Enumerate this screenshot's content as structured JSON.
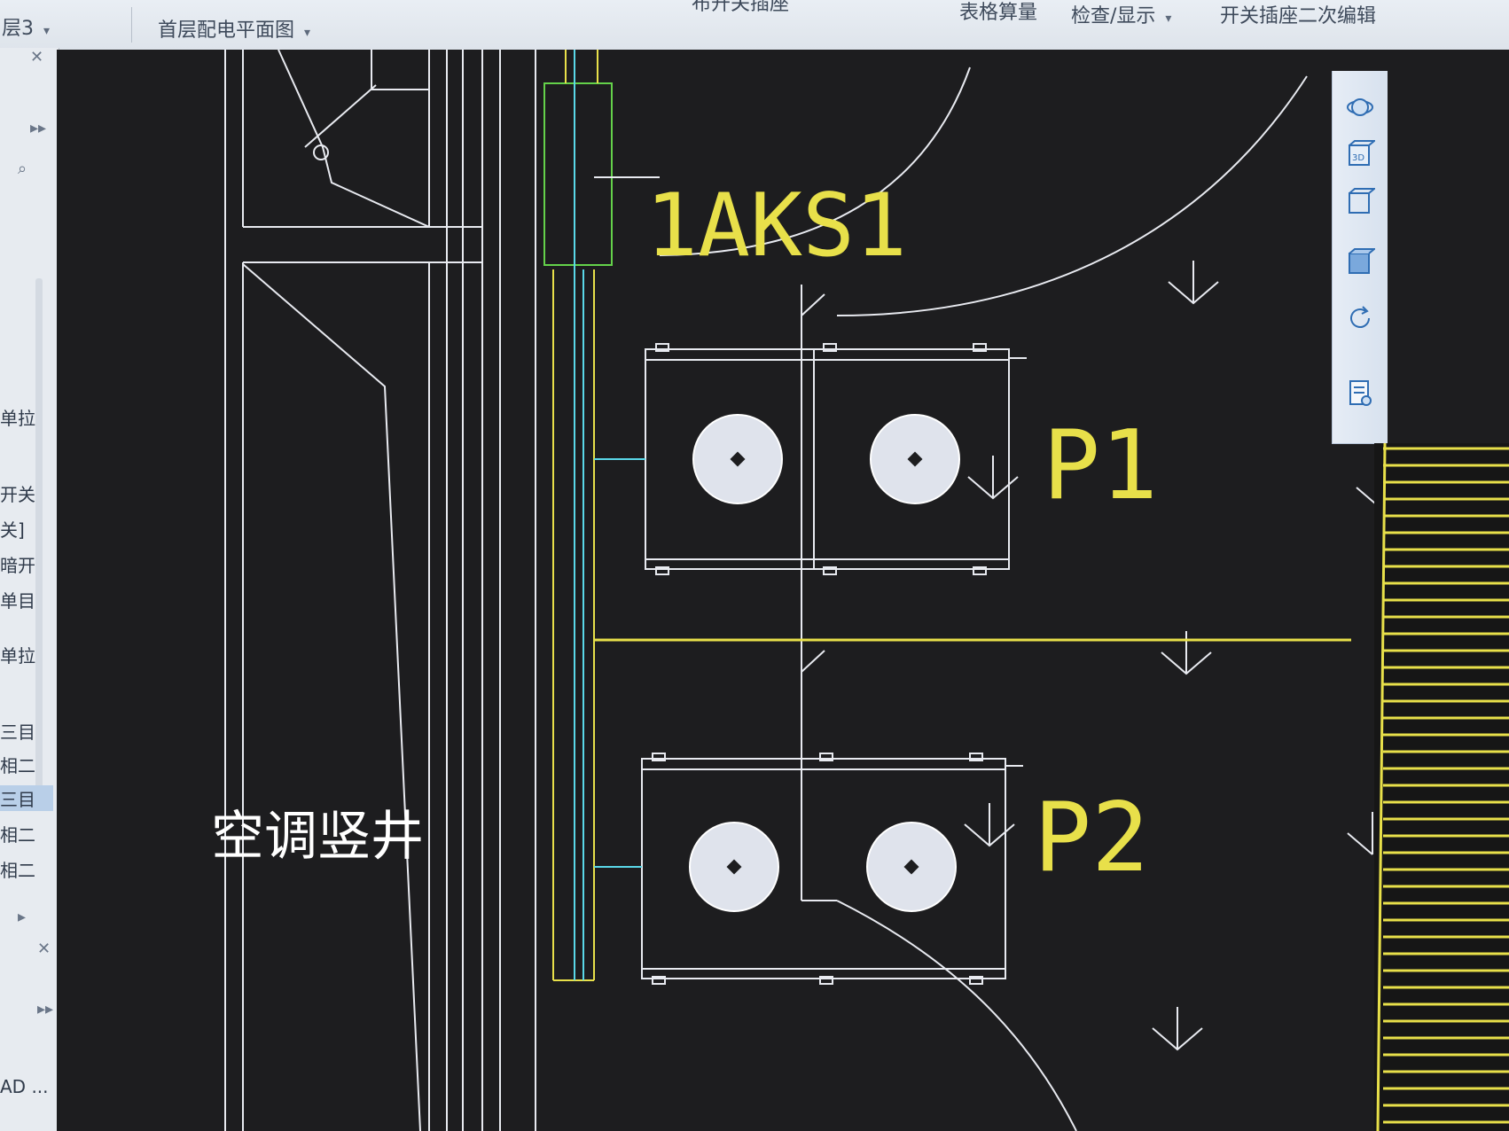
{
  "toolbar": {
    "layer_selector": "层3",
    "plan_selector": "首层配电平面图",
    "cut_text": "布开关插座",
    "item_table_quantity": "表格算量",
    "item_check_display": "检查/显示",
    "item_switch_edit": "开关插座二次编辑"
  },
  "sidepanel": {
    "items": [
      "单拉",
      "开关",
      "关]",
      "暗开",
      "单目",
      "单拉",
      "三目",
      "相二",
      "三目",
      "相二",
      "相二"
    ],
    "footer": "AD ..."
  },
  "drawing": {
    "label_panel": "1AKS1",
    "label_p1": "P1",
    "label_p2": "P2",
    "label_shaft": "空调竖井"
  },
  "toolstrip": {
    "icons": [
      "orbit-icon",
      "3d-cube-icon",
      "wire-cube-icon",
      "solid-cube-icon",
      "rotate-icon",
      "view-doc-icon"
    ],
    "label_3d": "3D"
  },
  "colors": {
    "canvas": "#1d1d1f",
    "cad_white": "#e8eaf0",
    "cad_yellow": "#e8e04a",
    "cad_cyan": "#5ad8e8",
    "cad_green": "#64d24a"
  }
}
